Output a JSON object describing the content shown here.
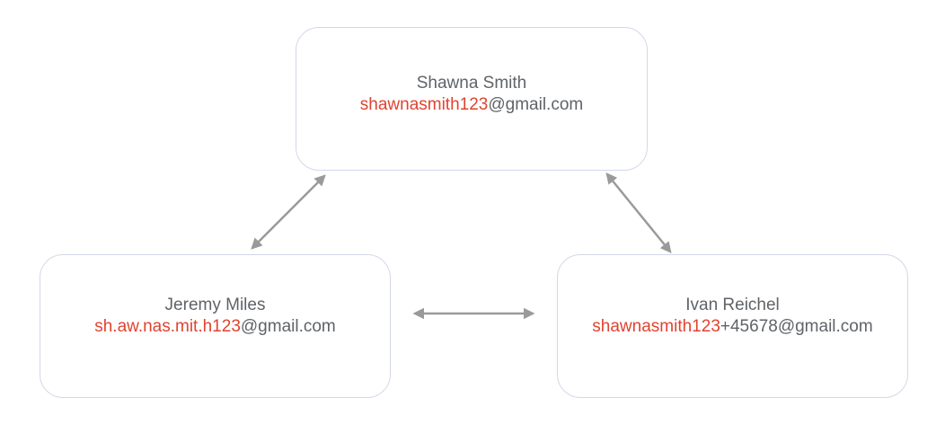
{
  "nodes": [
    {
      "id": "top",
      "name": "Shawna Smith",
      "email_highlight": "shawnasmith123",
      "email_rest": "@gmail.com"
    },
    {
      "id": "left",
      "name": "Jeremy Miles",
      "email_highlight": "sh.aw.nas.mit.h123",
      "email_rest": "@gmail.com"
    },
    {
      "id": "right",
      "name": "Ivan Reichel",
      "email_highlight": "shawnasmith123",
      "email_rest": "+45678@gmail.com"
    }
  ],
  "edges": [
    {
      "from": "top",
      "to": "left",
      "type": "bidirectional"
    },
    {
      "from": "top",
      "to": "right",
      "type": "bidirectional"
    },
    {
      "from": "left",
      "to": "right",
      "type": "bidirectional"
    }
  ],
  "colors": {
    "text": "#5f6368",
    "highlight": "#e0432f",
    "border": "#d3d8e8",
    "arrow": "#9a9a9a"
  }
}
